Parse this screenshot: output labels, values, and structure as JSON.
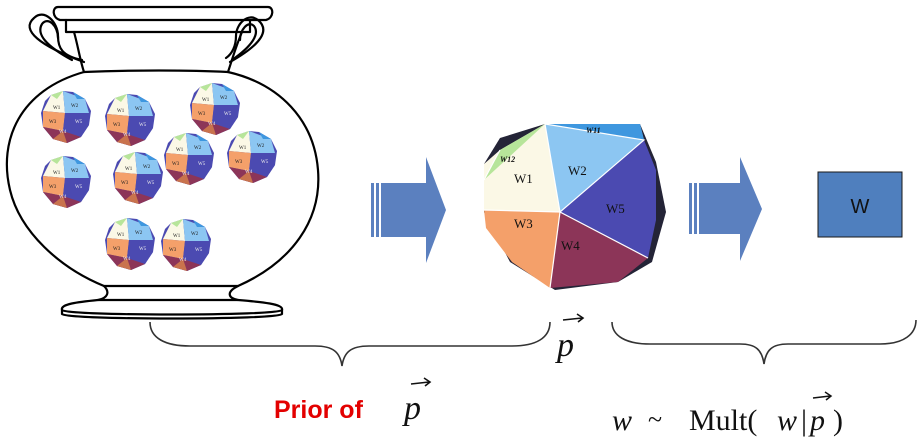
{
  "die": {
    "faces": [
      "W1",
      "W2",
      "W3",
      "W4",
      "W5",
      "W11",
      "W12"
    ],
    "colors": {
      "w1": "#fbf8e6",
      "w2": "#8cc6f2",
      "w3": "#f4a06a",
      "w4": "#8c3558",
      "w5": "#4b4ab1",
      "w11": "#3e97df",
      "w12": "#b7e59a",
      "shadow": "#242437"
    }
  },
  "arrow_color": "#5b80bf",
  "output_box": {
    "label": "W",
    "color": "#4f7fbe"
  },
  "labels": {
    "p_symbol": "p",
    "prior_prefix": "Prior of",
    "prior_symbol": "p",
    "mult_w": "w",
    "mult_tilde": "~",
    "mult_func": "Mult(",
    "mult_w2": "w",
    "mult_bar": "|",
    "mult_p": "p",
    "mult_close": ")"
  },
  "prior_color": "#e30000"
}
